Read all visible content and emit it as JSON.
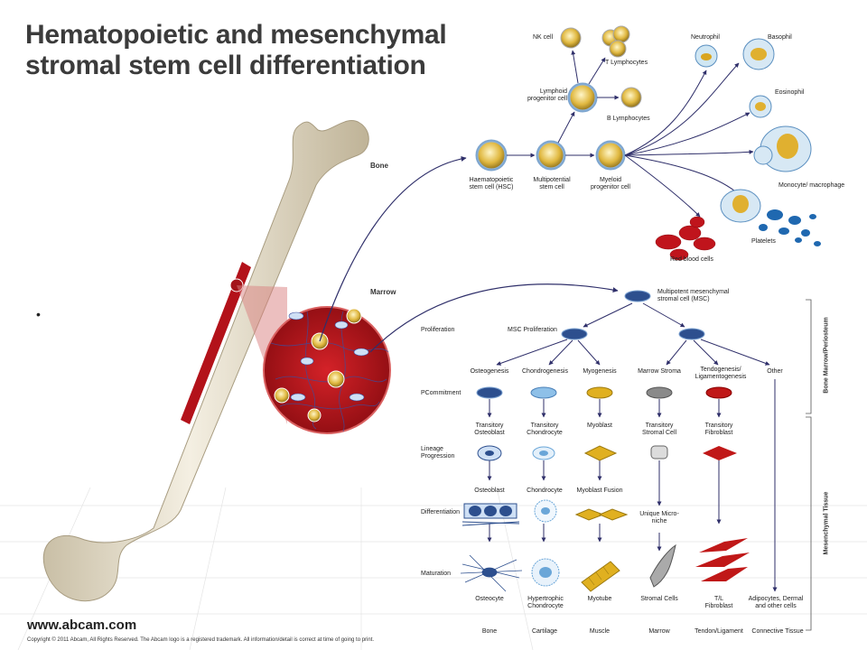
{
  "title": {
    "line1": "Hematopoietic and mesenchymal",
    "line2": "stromal stem cell differentiation"
  },
  "bone_labels": {
    "bone": "Bone",
    "marrow": "Marrow"
  },
  "hematopoietic": {
    "hsc": "Haematopoietic stem cell (HSC)",
    "multipotential": "Multipotential stem cell",
    "myeloid": "Myeloid progenitor cell",
    "lymphoid": "Lymphoid progenitor cell",
    "nk": "NK cell",
    "t_lymph": "T Lymphocytes",
    "b_lymph": "B Lymphocytes",
    "neutrophil": "Neutrophil",
    "basophil": "Basophil",
    "eosinophil": "Eosinophil",
    "monocyte": "Monocyte/ macrophage",
    "platelets": "Platelets",
    "rbc": "Red blood cells"
  },
  "mesenchymal": {
    "msc": "Multipotent mesenchymal stromal cell (MSC)",
    "msc_proliferation": "MSC Proliferation",
    "rows": {
      "proliferation": "Proliferation",
      "commitment": "PCommitment",
      "lineage": "Lineage Progression",
      "differentiation": "Differentiation",
      "maturation": "Maturation"
    },
    "columns": [
      {
        "process": "Osteogenesis",
        "transitory": "Transitory Osteoblast",
        "diff": "Osteoblast",
        "final": "Osteocyte",
        "tissue": "Bone"
      },
      {
        "process": "Chondrogenesis",
        "transitory": "Transitory Chondrocyte",
        "diff": "Chondrocyte",
        "final": "Hypertrophic Chondrocyte",
        "tissue": "Cartilage"
      },
      {
        "process": "Myogenesis",
        "transitory": "Myoblast",
        "diff": "Myoblast Fusion",
        "final": "Myotube",
        "tissue": "Muscle"
      },
      {
        "process": "Marrow Stroma",
        "transitory": "Transitory Stromal Cell",
        "diff": "Unique Micro-niche",
        "final": "Stromal Cells",
        "tissue": "Marrow"
      },
      {
        "process": "Tendogenesis/ Ligamentogenesis",
        "transitory": "Transitory Fibroblast",
        "diff": "",
        "final": "T/L Fibroblast",
        "tissue": "Tendon/Ligament"
      },
      {
        "process": "Other",
        "transitory": "",
        "diff": "",
        "final": "Adipocytes, Dermal and other cells",
        "tissue": "Connective Tissue"
      }
    ],
    "side_labels": {
      "upper": "Bone Marrow/Periosteum",
      "lower": "Mesenchymal Tissue"
    }
  },
  "bullet": "•",
  "footer": {
    "url": "www.abcam.com",
    "copyright": "Copyright © 2011 Abcam, All Rights Reserved. The Abcam logo is a registered trademark. All information/detail is correct at time of going to print."
  },
  "colors": {
    "bone": "#ece6d6",
    "marrow": "#c0141c",
    "arrow": "#2f2f6a",
    "cell_blue": "#2d4f8e",
    "cell_light": "#6aa6d8",
    "cell_gold": "#d9a520",
    "cell_gray": "#8a8a8a",
    "cell_red": "#c01818"
  }
}
